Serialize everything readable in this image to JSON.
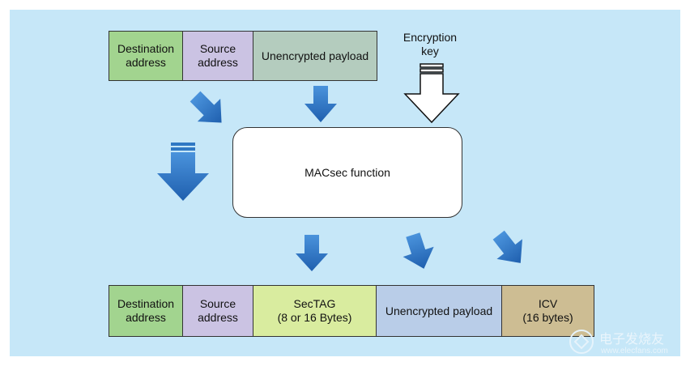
{
  "top_frame": {
    "dest": "Destination\naddress",
    "src": "Source\naddress",
    "payload": "Unencrypted payload"
  },
  "key_label": "Encryption\nkey",
  "function_label": "MACsec function",
  "bottom_frame": {
    "dest": "Destination\naddress",
    "src": "Source\naddress",
    "sectag": "SecTAG\n(8 or 16 Bytes)",
    "payload": "Unencrypted payload",
    "icv": "ICV\n(16 bytes)"
  },
  "watermark": {
    "logo_text": "电子发烧友",
    "url": "www.elecfans.com"
  },
  "colors": {
    "background": "#c6e7f8",
    "dest": "#a2d48f",
    "src": "#cbc3e3",
    "payload_top": "#b4ccbe",
    "sectag": "#d9ec9f",
    "payload_bottom": "#b9cde8",
    "icv": "#cdbd93",
    "arrow": "#2f78c4"
  }
}
